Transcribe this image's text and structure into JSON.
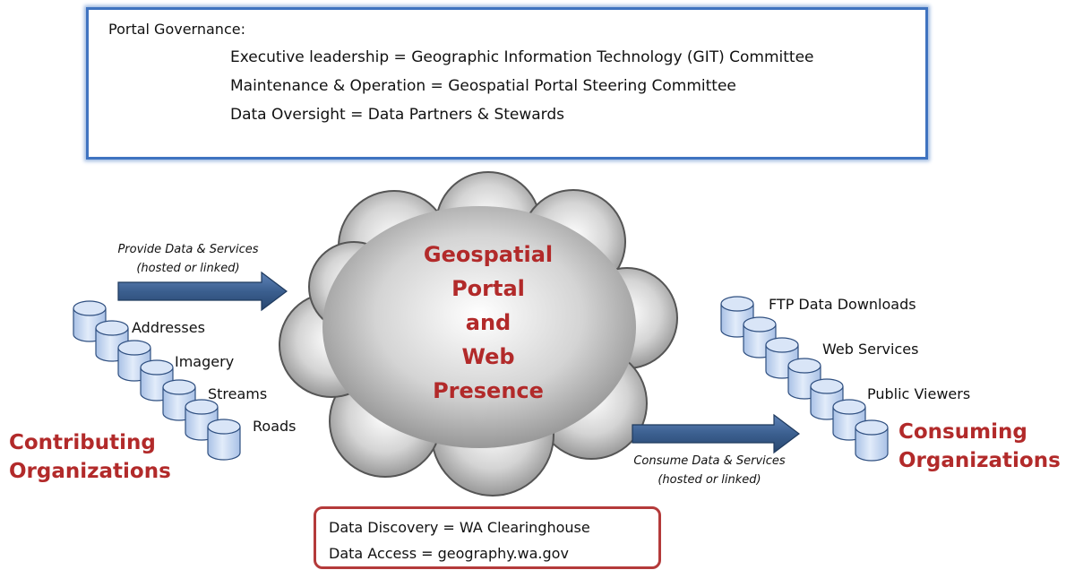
{
  "governance": {
    "title": "Portal Governance:",
    "lines": [
      "Executive leadership = Geographic Information Technology  (GIT) Committee",
      "Maintenance & Operation = Geospatial Portal Steering Committee",
      "Data Oversight = Data Partners & Stewards"
    ]
  },
  "cloud": {
    "lines": [
      "Geospatial",
      "Portal",
      "and",
      "Web",
      "Presence"
    ]
  },
  "provide": {
    "line1": "Provide Data & Services",
    "line2": "(hosted or linked)"
  },
  "consume": {
    "line1": "Consume Data & Services",
    "line2": "(hosted or linked)"
  },
  "contributing": {
    "datasets": [
      "Addresses",
      "Imagery",
      "Streams",
      "Roads"
    ],
    "org_line1": "Contributing",
    "org_line2": "Organizations"
  },
  "consuming": {
    "outputs": [
      "FTP Data Downloads",
      "Web Services",
      "Public Viewers"
    ],
    "org_line1": "Consuming",
    "org_line2": "Organizations"
  },
  "access": {
    "discovery": "Data Discovery = WA Clearinghouse",
    "access": "Data Access = geography.wa.gov"
  },
  "colors": {
    "accent_blue": "#3f73c0",
    "org_red": "#b22a2a",
    "cylinder_fill": "#c9d9f2",
    "arrow_fill": "#3b5f8f"
  }
}
